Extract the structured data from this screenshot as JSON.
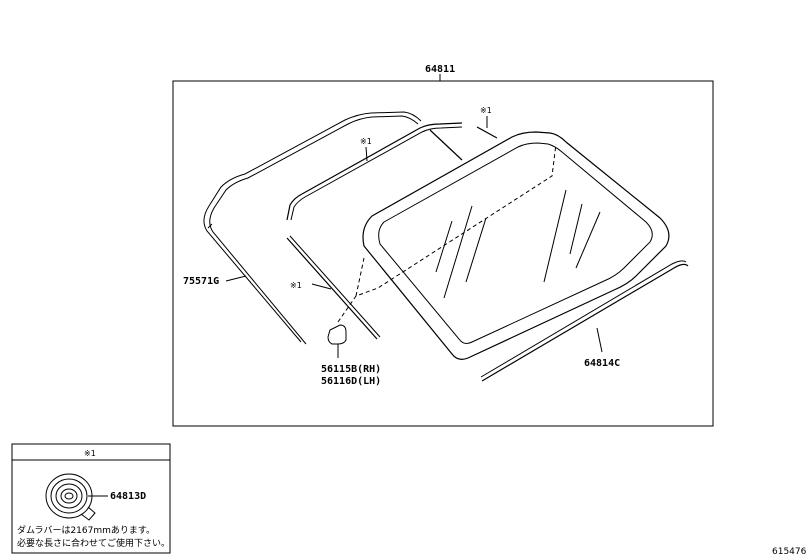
{
  "callouts": {
    "assembly": "64811",
    "molding_outer": "75571G",
    "sealer_note_top": "※1",
    "sealer_note_mid": "※1",
    "sealer_note_left": "※1",
    "stopper_rh": "56115B(RH)",
    "stopper_lh": "56116D(LH)",
    "molding_lower": "64814C"
  },
  "inset": {
    "header": "※1",
    "part": "64813D",
    "note_line1": "ダムラバーは2167mmあります。",
    "note_line2": "必要な長さに合わせてご使用下さい。"
  },
  "figure_id": "615476"
}
